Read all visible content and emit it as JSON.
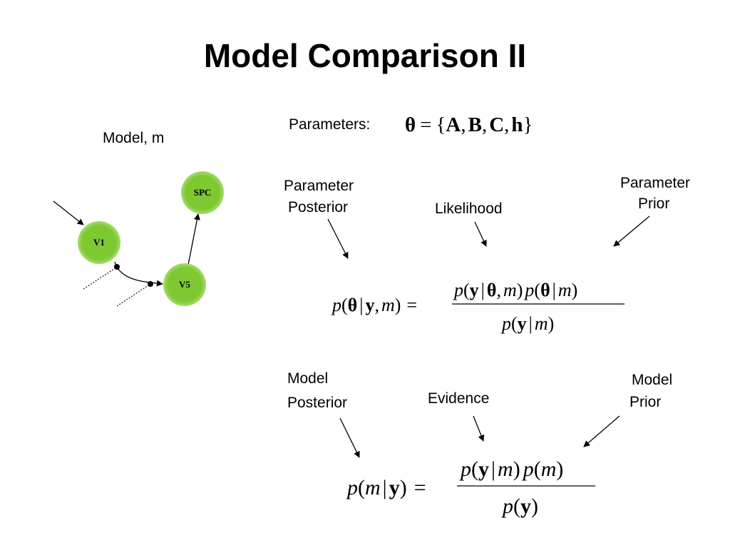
{
  "slide": {
    "title": "Model Comparison II"
  },
  "model_diagram": {
    "label": "Model, m",
    "nodes": [
      {
        "id": "V1",
        "label": "V1"
      },
      {
        "id": "V5",
        "label": "V5"
      },
      {
        "id": "SPC",
        "label": "SPC"
      }
    ],
    "node_color": "#7ec832",
    "node_edge_color": "#a6dc6e"
  },
  "parameters": {
    "label": "Parameters:",
    "formula": {
      "theta": "θ",
      "eq": "=",
      "open": "{",
      "A": "A",
      "B": "B",
      "C": "C",
      "h": "h",
      "comma": ",",
      "close": "}"
    }
  },
  "parameter_annotations": {
    "posterior_line1": "Parameter",
    "posterior_line2": "Posterior",
    "likelihood": "Likelihood",
    "prior_line1": "Parameter",
    "prior_line2": "Prior"
  },
  "model_annotations": {
    "posterior_line1": "Model",
    "posterior_line2": "Posterior",
    "evidence": "Evidence",
    "prior_line1": "Model",
    "prior_line2": "Prior"
  },
  "equations": {
    "p": "p",
    "m": "m",
    "y": "y",
    "theta": "θ",
    "bar": "|",
    "comma": ",",
    "eq": "=",
    "lp": "(",
    "rp": ")"
  }
}
